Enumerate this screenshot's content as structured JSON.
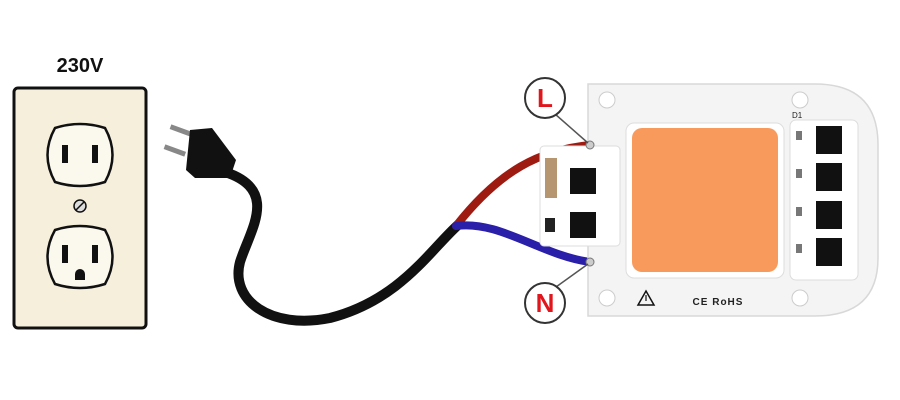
{
  "outlet": {
    "voltage_label": "230V"
  },
  "terminals": {
    "live": "L",
    "neutral": "N"
  },
  "board": {
    "marking": "CE RoHS",
    "component_label": "D1",
    "warning_icon": "warning-triangle-icon"
  },
  "colors": {
    "live_wire": "#9e1b12",
    "neutral_wire": "#2a1fa8",
    "cable": "#111111",
    "led": "#f89a5c",
    "terminal_text": "#e0161c",
    "outlet_plate": "#f5efdc"
  }
}
